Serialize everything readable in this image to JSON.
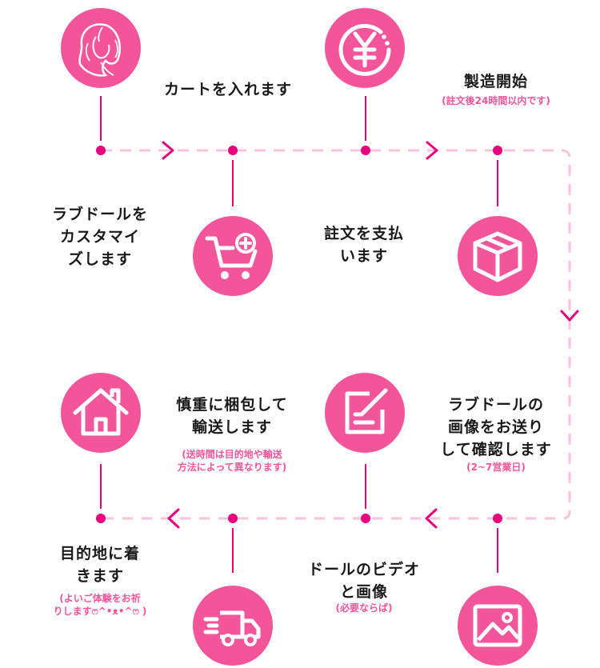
{
  "colors": {
    "primary": "#f2559a",
    "line": "#e8007c",
    "dash": "#f7c6dd"
  },
  "steps": [
    {
      "icon": "woman-silhouette-icon",
      "label": "カートを入れます"
    },
    {
      "icon": "yen-coin-icon",
      "label": "製造開始",
      "note": "(註文後24時間以内です)"
    },
    {
      "icon": "add-to-cart-icon",
      "label_lines": [
        "ラブドールを",
        "カスタマイ",
        "ズします"
      ]
    },
    {
      "icon": "package-box-icon",
      "label_lines": [
        "註文を支払",
        "います"
      ]
    },
    {
      "icon": "image-icon",
      "label_lines": [
        "ラブドールの",
        "画像をお送り",
        "して確認します"
      ],
      "note": "(2~7営業日)"
    },
    {
      "icon": "edit-note-icon",
      "label_lines": [
        "慎重に梱包して",
        "輸送します"
      ],
      "note_lines": [
        "(送時間は目的地や輸送",
        "方法によって異なります)"
      ]
    },
    {
      "icon": "delivery-truck-icon",
      "label_lines": [
        "ドールのビデオ",
        "と画像"
      ],
      "note": "(必要ならば)"
    },
    {
      "icon": "home-icon",
      "label_lines": [
        "目的地に着",
        "きます"
      ],
      "note_lines": [
        "(よいご体験をお祈",
        "りしますෆ^•ᴥ•^ෆ )"
      ]
    }
  ]
}
